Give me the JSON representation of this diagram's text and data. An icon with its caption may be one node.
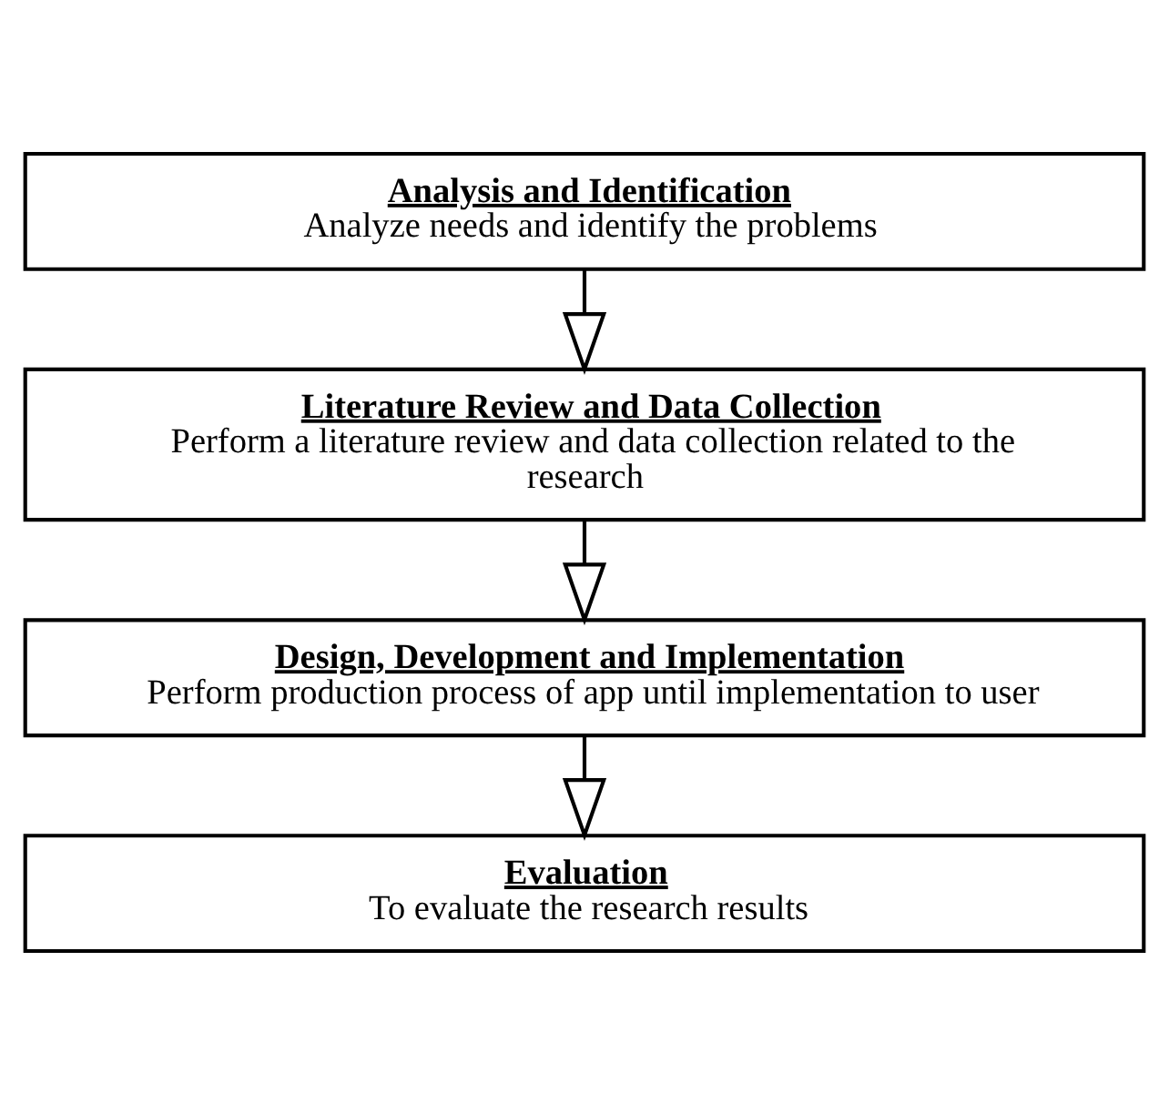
{
  "diagram": {
    "nodes": [
      {
        "text": [
          "Analysis and Identification",
          "Analyze needs and identify the problems"
        ]
      },
      {
        "text": [
          "Literature Review and Data Collection",
          "Perform a literature review and data collection related to the research"
        ]
      },
      {
        "text": [
          "Design, Development and Implementation",
          "Perform production process of app until implementation to user"
        ]
      },
      {
        "text": [
          "Evaluation",
          "To evaluate the research results"
        ]
      }
    ],
    "edges": [
      {
        "from": 0,
        "to": 1,
        "arrow": "to"
      },
      {
        "from": 1,
        "to": 2,
        "arrow": "to"
      },
      {
        "from": 2,
        "to": 3,
        "arrow": "to"
      }
    ]
  }
}
